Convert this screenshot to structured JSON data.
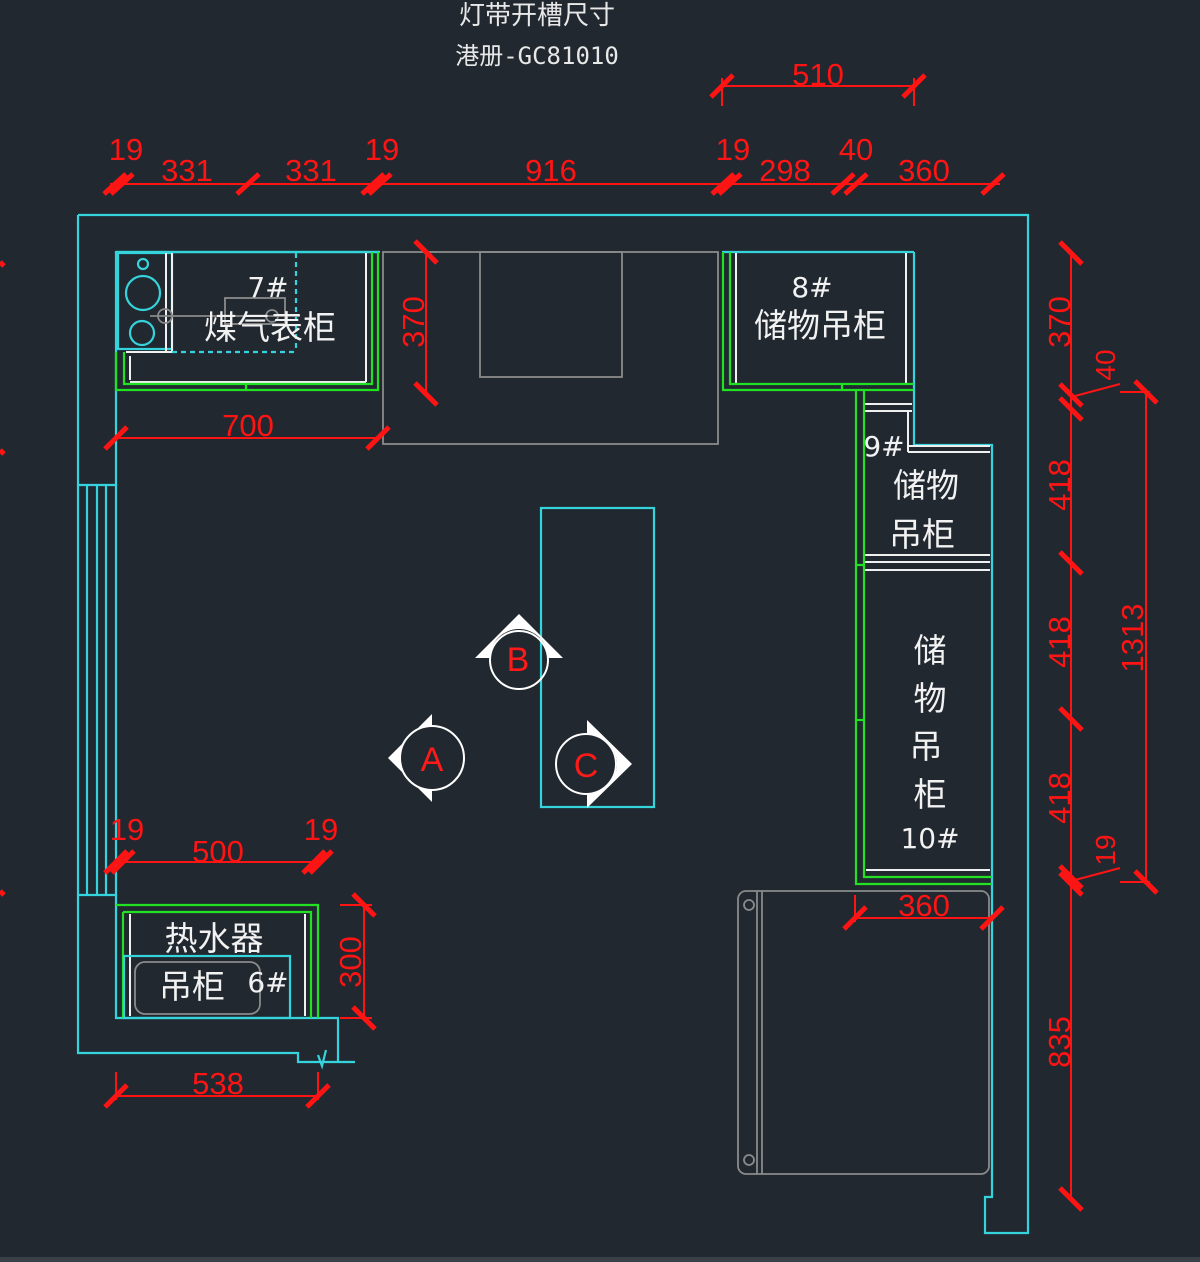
{
  "drawing": {
    "title": "灯带开槽尺寸",
    "subtitle": "港册-GC81010",
    "colors": {
      "background": "#212830",
      "wall": "#35d4dc",
      "cabinet": "#f0f0f0",
      "light_strip": "#22e022",
      "dimension": "#ff1414",
      "appliance": "#8a8a8a"
    }
  },
  "dimensions": {
    "top_row": [
      "19",
      "331",
      "331",
      "19",
      "916",
      "19",
      "298",
      "40",
      "360"
    ],
    "top_upper": "510",
    "gas_meter_width": "700",
    "hood_depth": "370",
    "right_chain": [
      "370",
      "40",
      "418",
      "418",
      "418",
      "19",
      "835"
    ],
    "right_total": "1313",
    "heater_row": [
      "19",
      "500",
      "19"
    ],
    "heater_height": "300",
    "heater_bottom": "538",
    "right_bottom_width": "360"
  },
  "cabinets": [
    {
      "id": "7#",
      "name": "煤气表柜"
    },
    {
      "id": "8#",
      "name": "储物吊柜"
    },
    {
      "id": "9#",
      "name_line1": "储物",
      "name_line2": "吊柜"
    },
    {
      "id": "10#",
      "name_chars": [
        "储",
        "物",
        "吊",
        "柜"
      ]
    },
    {
      "id": "6#",
      "name_line1": "热水器",
      "name_line2": "吊柜"
    }
  ],
  "view_markers": [
    "A",
    "B",
    "C"
  ]
}
